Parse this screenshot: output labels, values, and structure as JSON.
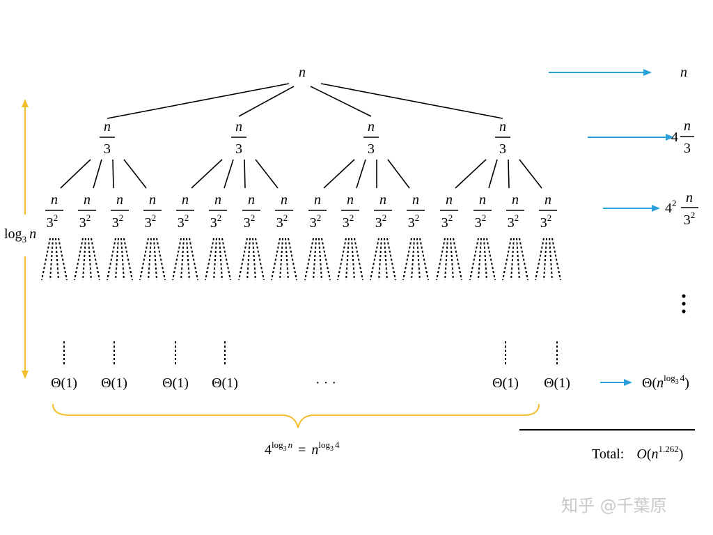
{
  "tree": {
    "root_label": "n",
    "level1_numerator": "n",
    "level1_denominator": "3",
    "level2_numerator": "n",
    "level2_denominator_base": "3",
    "level2_denominator_exp": "2",
    "leaf_label": "Θ(1)",
    "leaf_ellipsis": "· · ·"
  },
  "height_label": {
    "base": "log",
    "sub": "3",
    "var": "n"
  },
  "level_costs": {
    "level0": "n",
    "level1_coef": "4",
    "level1_num": "n",
    "level1_den": "3",
    "level2_coef": "4",
    "level2_coef_exp": "2",
    "level2_num": "n",
    "level2_den_base": "3",
    "level2_den_exp": "2",
    "vertical_ellipsis": "⋮",
    "leaf_cost_pre": "Θ(",
    "leaf_cost_var": "n",
    "leaf_cost_exp_base": "log",
    "leaf_cost_exp_sub": "3",
    "leaf_cost_exp_arg": "4",
    "leaf_cost_post": ")"
  },
  "leaf_count": {
    "lhs_base": "4",
    "lhs_exp_log": "log",
    "lhs_exp_sub": "3",
    "lhs_exp_var": "n",
    "eq": "=",
    "rhs_var": "n",
    "rhs_exp_log": "log",
    "rhs_exp_sub": "3",
    "rhs_exp_arg": "4"
  },
  "total": {
    "label": "Total:",
    "O": "O",
    "paren_open": "(",
    "var": "n",
    "exp": "1.262",
    "paren_close": ")"
  },
  "watermark": "知乎 @千葉原",
  "colors": {
    "arrow": "#2a9fd8",
    "brace": "#f0be2e",
    "ink": "#000000",
    "watermark": "#c9c9c9"
  }
}
